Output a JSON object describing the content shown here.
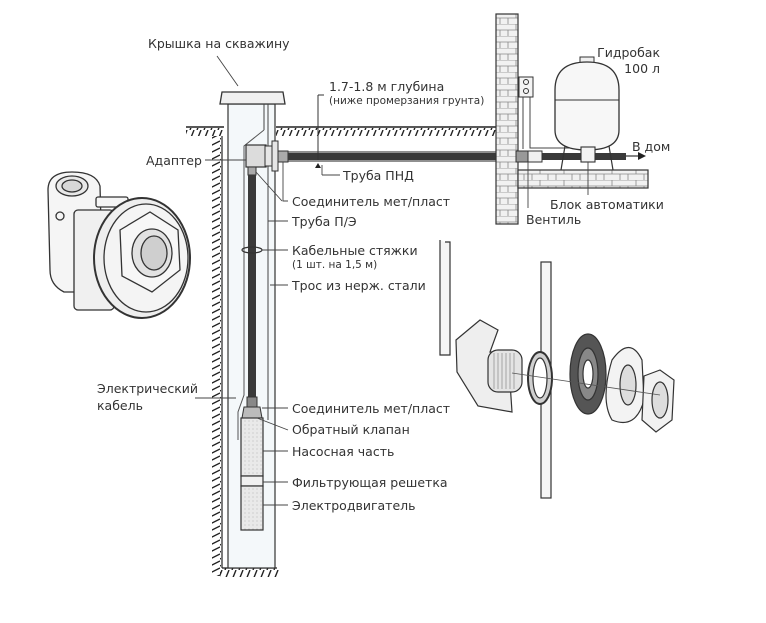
{
  "diagram": {
    "title": "Схема подключения скважинного насоса через адаптер",
    "labels": {
      "cap": "Крышка на скважину",
      "depth_main": "1.7-1.8 м глубина",
      "depth_sub": "(ниже промерзания грунта)",
      "tank_name": "Гидробак",
      "tank_volume": "100 л",
      "to_house": "В дом",
      "adapter": "Адаптер",
      "hdpe_pipe": "Труба ПНД",
      "connector_top": "Соединитель мет/пласт",
      "pe_pipe": "Труба П/Э",
      "cable_ties": "Кабельные стяжки",
      "cable_ties_note": "(1 шт. на 1,5 м)",
      "steel_cable": "Трос из нерж. стали",
      "electric_cable_1": "Электрический",
      "electric_cable_2": "кабель",
      "connector_bottom": "Соединитель мет/пласт",
      "check_valve": "Обратный клапан",
      "pump_section": "Насосная часть",
      "filter_screen": "Фильтрующая решетка",
      "motor": "Электродвигатель",
      "automation_unit": "Блок автоматики",
      "valve": "Вентиль"
    }
  }
}
